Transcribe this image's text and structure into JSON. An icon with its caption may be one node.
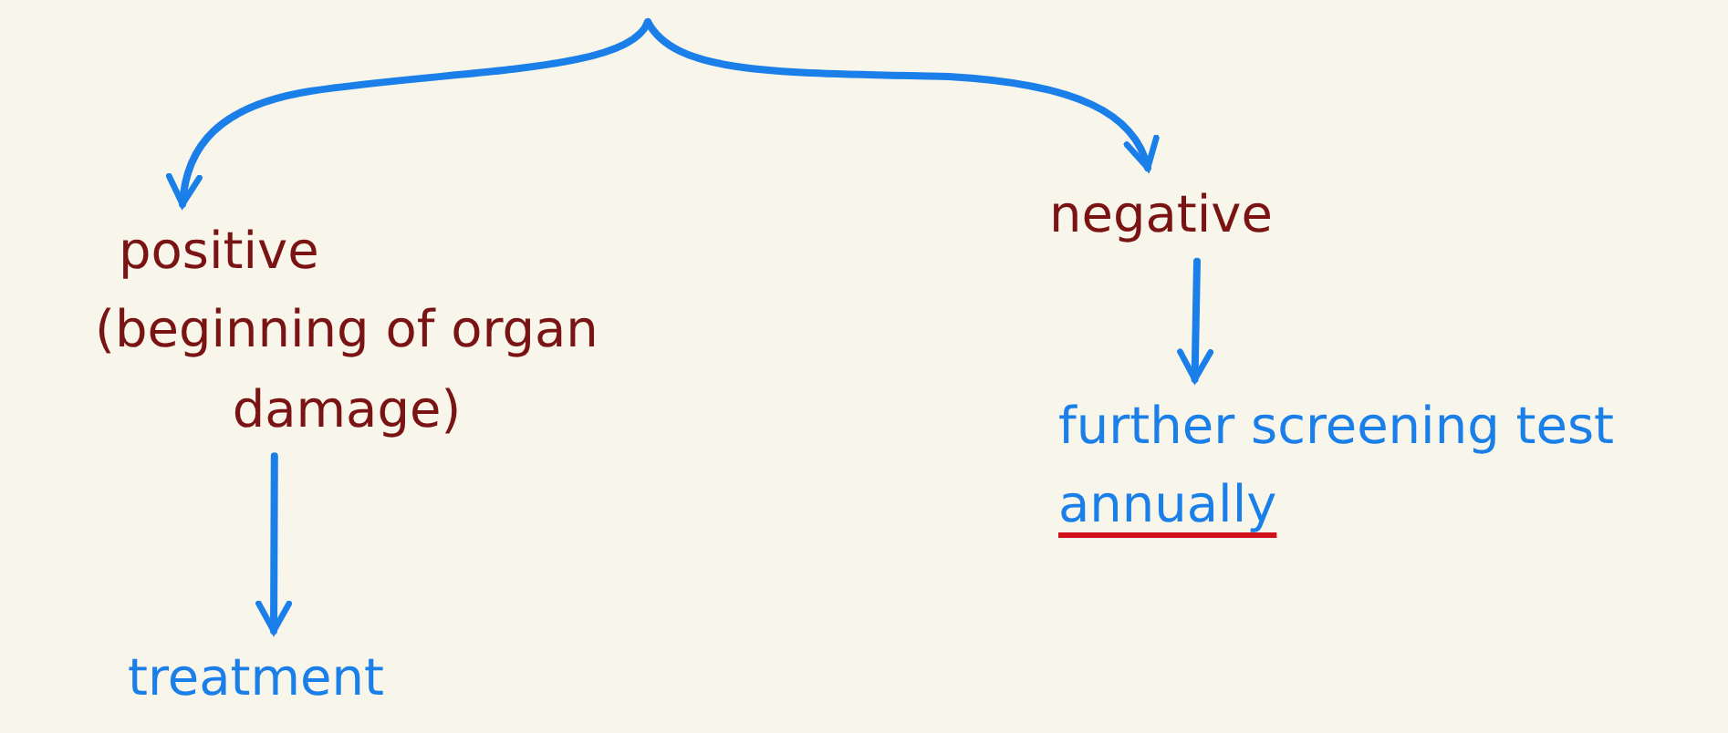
{
  "diagram": {
    "nodes": [
      {
        "text": [
          "positive",
          "(beginning of organ damage)"
        ]
      },
      {
        "text": [
          "treatment"
        ]
      },
      {
        "text": [
          "negative"
        ]
      },
      {
        "text": [
          "further screening test",
          "annually"
        ]
      }
    ],
    "edges": [
      {
        "from": null,
        "to": 0,
        "arrow": "to"
      },
      {
        "from": null,
        "to": 2,
        "arrow": "to"
      },
      {
        "from": 0,
        "to": 1,
        "arrow": "to"
      },
      {
        "from": 2,
        "to": 3,
        "arrow": "to"
      }
    ]
  }
}
